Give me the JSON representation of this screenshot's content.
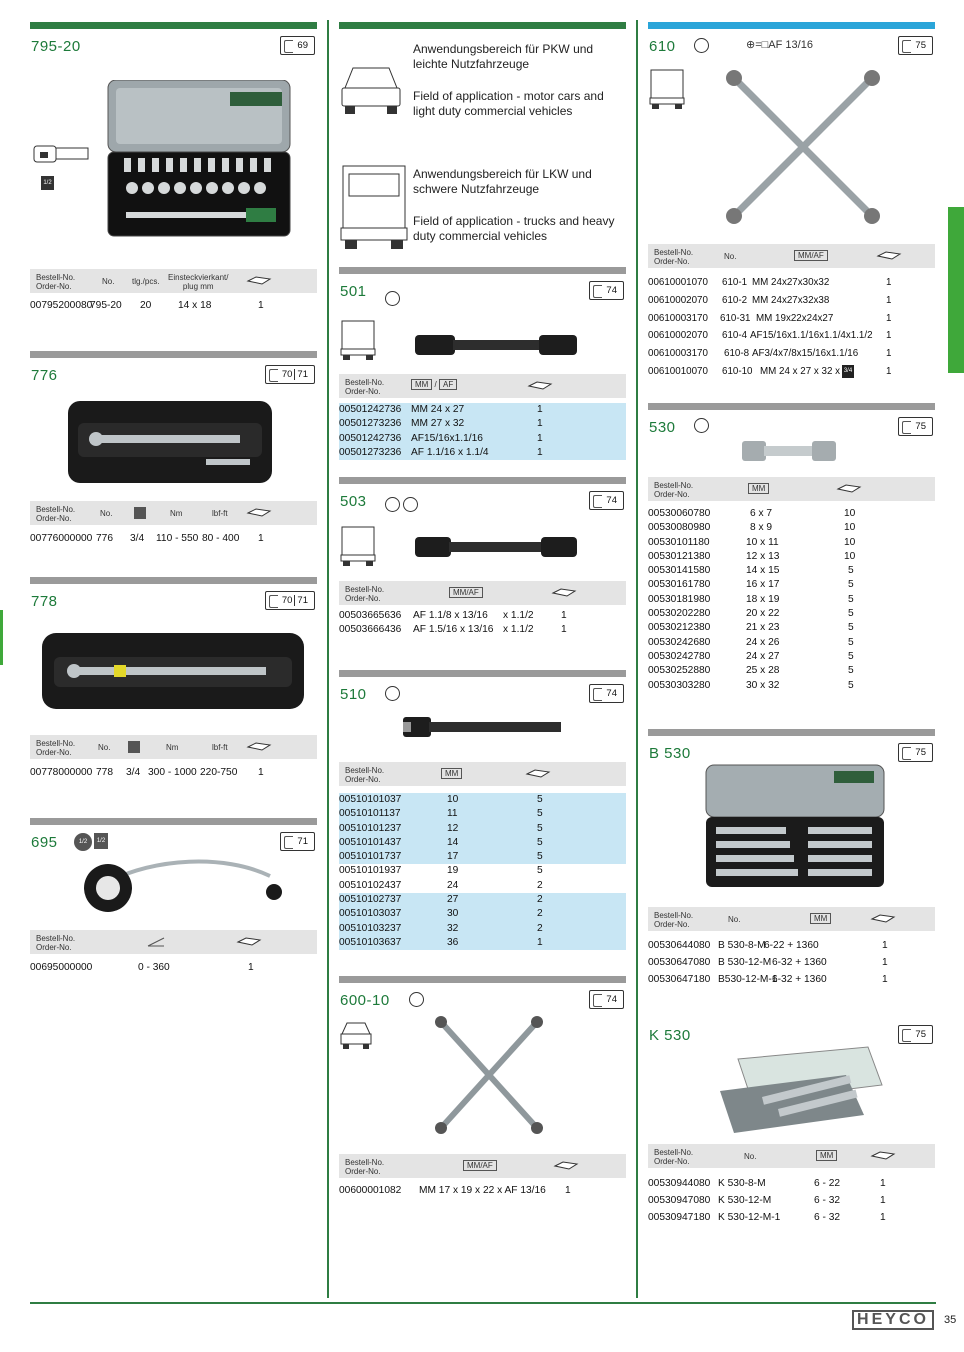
{
  "page_number": "35",
  "brand": "HEYCO",
  "info": {
    "car_de": "Anwendungsbereich für PKW und leichte Nutzfahrzeuge",
    "car_en": "Field of application - motor cars and light duty commercial vehicles",
    "truck_de": "Anwendungsbereich für LKW und schwere Nutzfahrzeuge",
    "truck_en": "Field of application - trucks and heavy duty commercial vehicles"
  },
  "headers": {
    "bestell": "Bestell-No.",
    "order": "Order-No.",
    "no": "No.",
    "tlg": "tlg./pcs.",
    "einsteck": "Einsteckvierkant/",
    "plug": "plug mm",
    "nm": "Nm",
    "lbf": "lbf-ft",
    "mm": "MM",
    "af": "AF",
    "mmaf": "MM/AF"
  },
  "s795": {
    "title": "795-20",
    "refs": [
      "69"
    ],
    "size_label": "1/2",
    "rows": [
      [
        "00795200080",
        "795-20",
        "20",
        "14 x 18",
        "1"
      ]
    ]
  },
  "s776": {
    "title": "776",
    "refs": [
      "70",
      "71"
    ],
    "rows": [
      [
        "00776000000",
        "776",
        "3/4",
        "110 - 550",
        "80 - 400",
        "1"
      ]
    ]
  },
  "s778": {
    "title": "778",
    "refs": [
      "70",
      "71"
    ],
    "rows": [
      [
        "00778000000",
        "778",
        "3/4",
        "300 - 1000",
        "220-750",
        "1"
      ]
    ]
  },
  "s695": {
    "title": "695",
    "badges": [
      "1/2",
      "1/2"
    ],
    "refs": [
      "71"
    ],
    "rows": [
      [
        "00695000000",
        "0 - 360",
        "1"
      ]
    ]
  },
  "s501": {
    "title": "501",
    "refs": [
      "74"
    ],
    "rows": [
      [
        "00501242736",
        "MM 24 x 27",
        "1"
      ],
      [
        "00501273236",
        "MM 27 x 32",
        "1"
      ],
      [
        "00501242736",
        "AF15/16x1.1/16",
        "1"
      ],
      [
        "00501273236",
        "AF 1.1/16 x 1.1/4",
        "1"
      ]
    ]
  },
  "s503": {
    "title": "503",
    "refs": [
      "74"
    ],
    "rows": [
      [
        "00503665636",
        "AF 1.1/8 x 13/16",
        "x 1.1/2",
        "1"
      ],
      [
        "00503666436",
        "AF 1.5/16 x 13/16",
        "x 1.1/2",
        "1"
      ]
    ]
  },
  "s510": {
    "title": "510",
    "refs": [
      "74"
    ],
    "rows": [
      [
        "00510101037",
        "10",
        "5"
      ],
      [
        "00510101137",
        "11",
        "5"
      ],
      [
        "00510101237",
        "12",
        "5"
      ],
      [
        "00510101437",
        "14",
        "5"
      ],
      [
        "00510101737",
        "17",
        "5"
      ],
      [
        "00510101937",
        "19",
        "5"
      ],
      [
        "00510102437",
        "24",
        "2"
      ],
      [
        "00510102737",
        "27",
        "2"
      ],
      [
        "00510103037",
        "30",
        "2"
      ],
      [
        "00510103237",
        "32",
        "2"
      ],
      [
        "00510103637",
        "36",
        "1"
      ]
    ]
  },
  "s600": {
    "title": "600-10",
    "refs": [
      "74"
    ],
    "rows": [
      [
        "00600001082",
        "MM 17 x 19 x 22 x AF 13/16",
        "1"
      ]
    ]
  },
  "s610": {
    "title": "610",
    "spec": "AF 13/16",
    "refs": [
      "75"
    ],
    "rows": [
      [
        "00610001070",
        "610-1",
        "MM 24x27x30x32",
        "1"
      ],
      [
        "00610002070",
        "610-2",
        "MM 24x27x32x38",
        "1"
      ],
      [
        "00610003170",
        "610-31",
        "MM 19x22x24x27",
        "1"
      ],
      [
        "00610002070",
        "610-4",
        "AF15/16x1.1/16x1.1/4x1.1/2",
        "1"
      ],
      [
        "00610003170",
        "610-8",
        "AF3/4x7/8x15/16x1.1/16",
        "1"
      ],
      [
        "00610010070",
        "610-10",
        "MM 24 x 27 x 32 x",
        "1"
      ]
    ],
    "last_badge": "3/4"
  },
  "s530": {
    "title": "530",
    "refs": [
      "75"
    ],
    "rows": [
      [
        "00530060780",
        "6 x  7",
        "10"
      ],
      [
        "00530080980",
        "8 x  9",
        "10"
      ],
      [
        "00530101180",
        "10 x 11",
        "10"
      ],
      [
        "00530121380",
        "12 x 13",
        "10"
      ],
      [
        "00530141580",
        "14 x 15",
        "5"
      ],
      [
        "00530161780",
        "16 x 17",
        "5"
      ],
      [
        "00530181980",
        "18 x 19",
        "5"
      ],
      [
        "00530202280",
        "20 x 22",
        "5"
      ],
      [
        "00530212380",
        "21 x 23",
        "5"
      ],
      [
        "00530242680",
        "24 x 26",
        "5"
      ],
      [
        "00530242780",
        "24 x 27",
        "5"
      ],
      [
        "00530252880",
        "25 x 28",
        "5"
      ],
      [
        "00530303280",
        "30 x 32",
        "5"
      ]
    ]
  },
  "sB530": {
    "title": "B 530",
    "refs": [
      "75"
    ],
    "rows": [
      [
        "00530644080",
        "B 530-8-M",
        "6-22 + 1360",
        "1"
      ],
      [
        "00530647080",
        "B 530-12-M",
        "6-32 + 1360",
        "1"
      ],
      [
        "00530647180",
        "B530-12-M-1",
        "6-32 + 1360",
        "1"
      ]
    ]
  },
  "sK530": {
    "title": "K 530",
    "refs": [
      "75"
    ],
    "rows": [
      [
        "00530944080",
        "K 530-8-M",
        "6 - 22",
        "1"
      ],
      [
        "00530947080",
        "K 530-12-M",
        "6 - 32",
        "1"
      ],
      [
        "00530947180",
        "K 530-12-M-1",
        "6 - 32",
        "1"
      ]
    ]
  },
  "colors": {
    "green": "#2f7d43",
    "blue": "#2aa5d9",
    "grey": "#9a9a9a",
    "highlight": "#c8e6f4",
    "tab": "#3fa83a"
  }
}
